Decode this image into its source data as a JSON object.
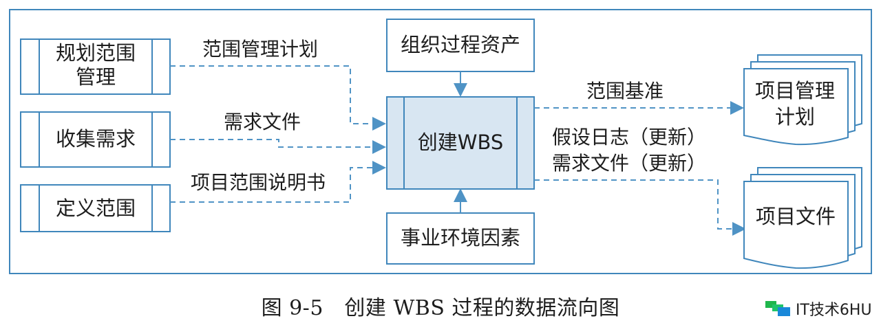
{
  "diagram": {
    "inputs": {
      "plan_scope": [
        "规划范围",
        "管理"
      ],
      "collect_requirements": "收集需求",
      "define_scope": "定义范围"
    },
    "center": {
      "process": "创建WBS"
    },
    "top_input": "组织过程资产",
    "bottom_input": "事业环境因素",
    "outputs": {
      "project_plan": [
        "项目管理",
        "计划"
      ],
      "project_docs": "项目文件"
    },
    "edges": {
      "scope_management_plan": "范围管理计划",
      "requirements_documentation": "需求文件",
      "project_scope_statement": "项目范围说明书",
      "scope_baseline": "范围基准",
      "assumption_log_update": "假设日志（更新）",
      "requirements_update": "需求文件（更新）"
    }
  },
  "caption": "图 9-5　创建 WBS 过程的数据流向图",
  "watermark": {
    "text": "IT技术6HU",
    "icon": "watermark-logo-icon"
  }
}
